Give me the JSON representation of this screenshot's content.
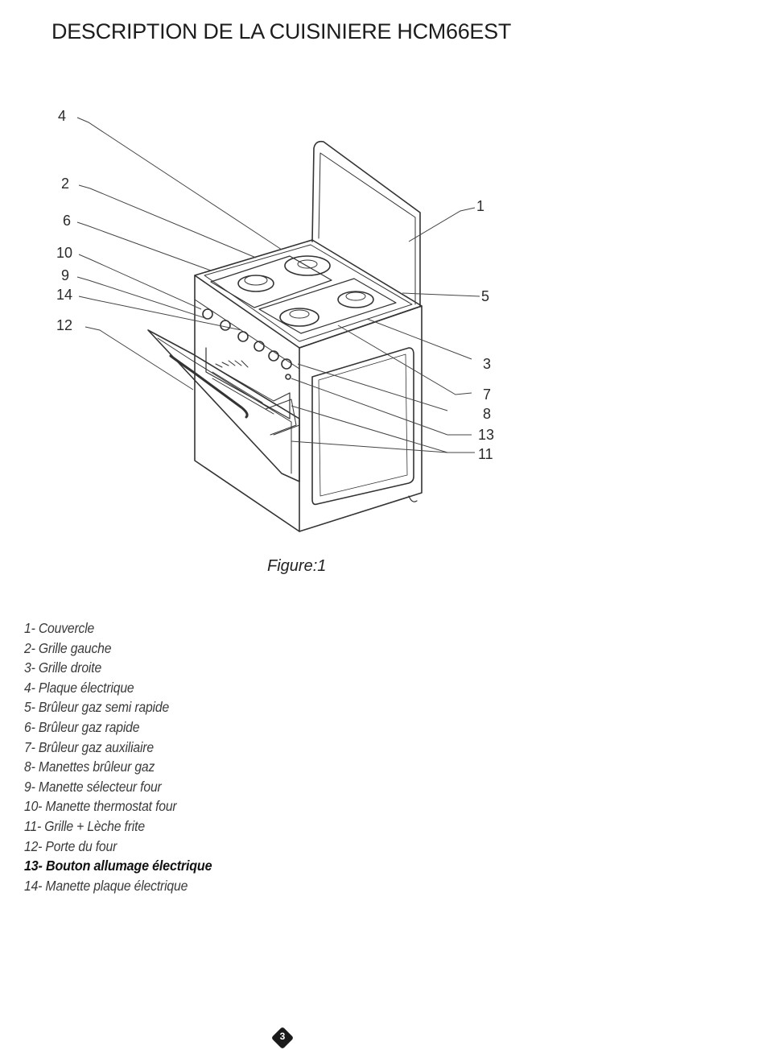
{
  "title": "DESCRIPTION DE LA CUISINIERE HCM66EST",
  "caption": "Figure:1",
  "callouts": [
    "4",
    "2",
    "6",
    "10",
    "9",
    "14",
    "12",
    "1",
    "5",
    "3",
    "7",
    "8",
    "13",
    "11"
  ],
  "legend": [
    "1- Couvercle",
    "2- Grille gauche",
    "3- Grille droite",
    "4- Plaque électrique",
    "5- Brûleur gaz semi rapide",
    "6- Brûleur gaz rapide",
    "7- Brûleur gaz auxiliaire",
    "8- Manettes brûleur gaz",
    "9- Manette sélecteur four",
    "10- Manette thermostat four",
    "11- Grille + Lèche frite",
    "12- Porte du four",
    "13- Bouton allumage électrique",
    "14- Manette plaque électrique"
  ],
  "page_number": "3"
}
